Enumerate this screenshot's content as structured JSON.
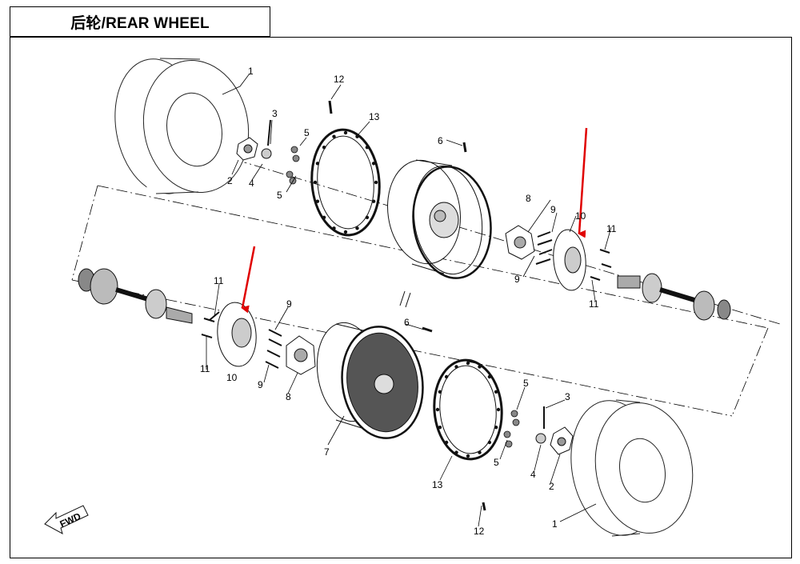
{
  "title": "后轮/REAR WHEEL",
  "callouts": {
    "c1": "1",
    "c2": "2",
    "c3": "3",
    "c4": "4",
    "c5": "5",
    "c6": "6",
    "c7": "7",
    "c8": "8",
    "c9": "9",
    "c10": "10",
    "c11": "11",
    "c12": "12",
    "c13": "13"
  },
  "fwd_label": "FWD",
  "colors": {
    "line": "#000000",
    "arrow": "#e00000",
    "tire_stroke": "#333333"
  }
}
